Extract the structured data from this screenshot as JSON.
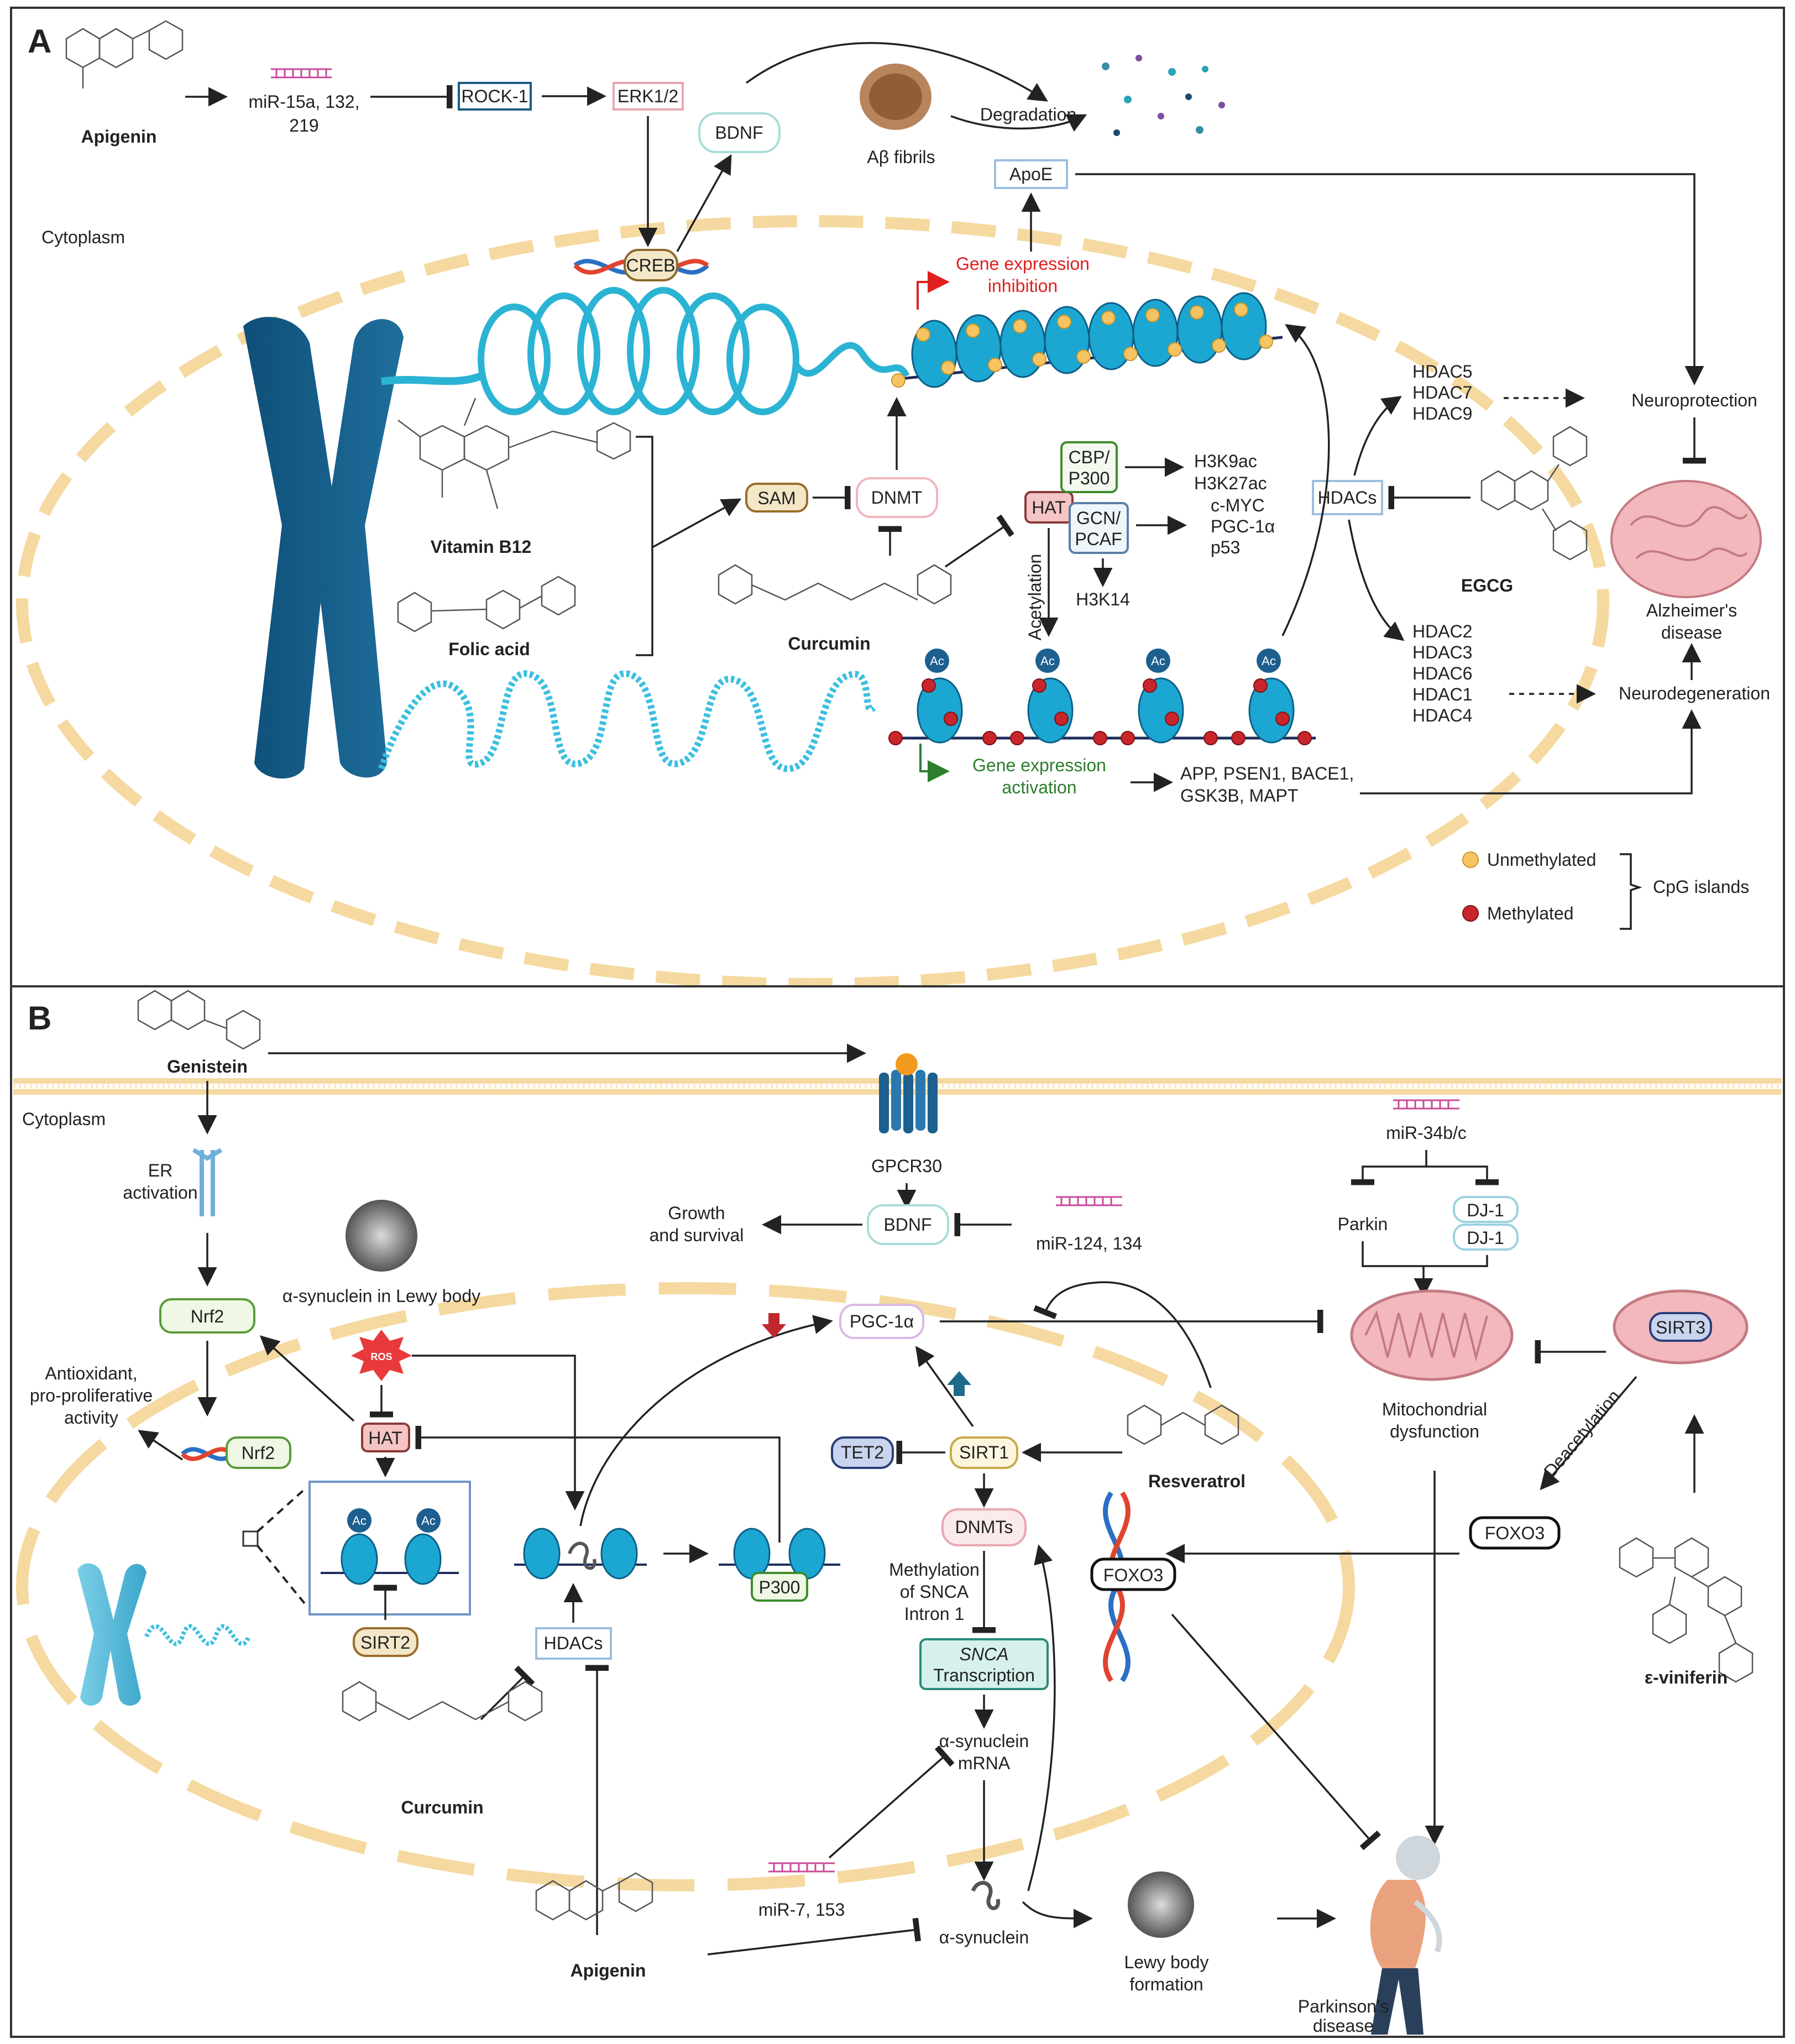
{
  "panelA": {
    "letter": "A",
    "apigenin": "Apigenin",
    "mirA": [
      "miR-15a, 132,",
      "219"
    ],
    "rock1": "ROCK-1",
    "erk": "ERK1/2",
    "bdnf": "BDNF",
    "abeta": "Aβ fibrils",
    "degradation": "Degradation",
    "apoe": "ApoE",
    "cytoplasm": "Cytoplasm",
    "creb": "CREB",
    "gene_inhibition": [
      "Gene expression",
      "inhibition"
    ],
    "vitb12": "Vitamin B12",
    "folic": "Folic acid",
    "sam": "SAM",
    "dnmt": "DNMT",
    "curcumin": "Curcumin",
    "hat": "HAT",
    "cbp": [
      "CBP/",
      "P300"
    ],
    "gcn": [
      "GCN/",
      "PCAF"
    ],
    "h3k9": [
      "H3K9ac",
      "H3K27ac"
    ],
    "cmyc": [
      "c-MYC",
      "PGC-1α",
      "p53"
    ],
    "h3k14": "H3K14",
    "acetylation": "Acetylation",
    "ac": "Ac",
    "hdacs": "HDACs",
    "hdac_top": [
      "HDAC5",
      "HDAC7",
      "HDAC9"
    ],
    "hdac_bottom": [
      "HDAC2",
      "HDAC3",
      "HDAC6",
      "HDAC1",
      "HDAC4"
    ],
    "egcg": "EGCG",
    "neuroprotection": "Neuroprotection",
    "alzheimers": [
      "Alzheimer's",
      "disease"
    ],
    "neurodegeneration": "Neurodegeneration",
    "gene_activation": [
      "Gene expression",
      "activation"
    ],
    "genes": [
      "APP, PSEN1, BACE1,",
      "GSK3B, MAPT"
    ],
    "unmethylated": "Unmethylated",
    "methylated": "Methylated",
    "cpg": "CpG islands"
  },
  "panelB": {
    "letter": "B",
    "genistein": "Genistein",
    "cytoplasm": "Cytoplasm",
    "gpcr30": "GPCR30",
    "er_activation": [
      "ER",
      "activation"
    ],
    "growth": [
      "Growth",
      "and survival"
    ],
    "bdnf": "BDNF",
    "mir124": "miR-124, 134",
    "mir34": "miR-34b/c",
    "parkin": "Parkin",
    "dj1": "DJ-1",
    "syn_lewy": "α-synuclein in Lewy body",
    "nrf2": "Nrf2",
    "ros": "ROS",
    "antiox": [
      "Antioxidant,",
      "pro-proliferative",
      "activity"
    ],
    "hat": "HAT",
    "ac": "Ac",
    "sirt2": "SIRT2",
    "hdacs": "HDACs",
    "curcumin": "Curcumin",
    "apigenin": "Apigenin",
    "pgc": "PGC-1α",
    "p300": "P300",
    "tet2": "TET2",
    "sirt1": "SIRT1",
    "resveratrol": "Resveratrol",
    "dnmts": "DNMTs",
    "methylation": [
      "Methylation",
      "of SNCA",
      "Intron 1"
    ],
    "snca": [
      "SNCA",
      "Transcription"
    ],
    "syn_mrna": [
      "α-synuclein",
      "mRNA"
    ],
    "mir7": "miR-7, 153",
    "syn": "α-synuclein",
    "lewy": [
      "Lewy body",
      "formation"
    ],
    "mito": [
      "Mitochondrial",
      "dysfunction"
    ],
    "sirt3": "SIRT3",
    "deacetylation": "Deacetylation",
    "foxo3": "FOXO3",
    "viniferin": "ε-viniferin",
    "parkinsons": [
      "Parkinson's",
      "disease"
    ]
  }
}
